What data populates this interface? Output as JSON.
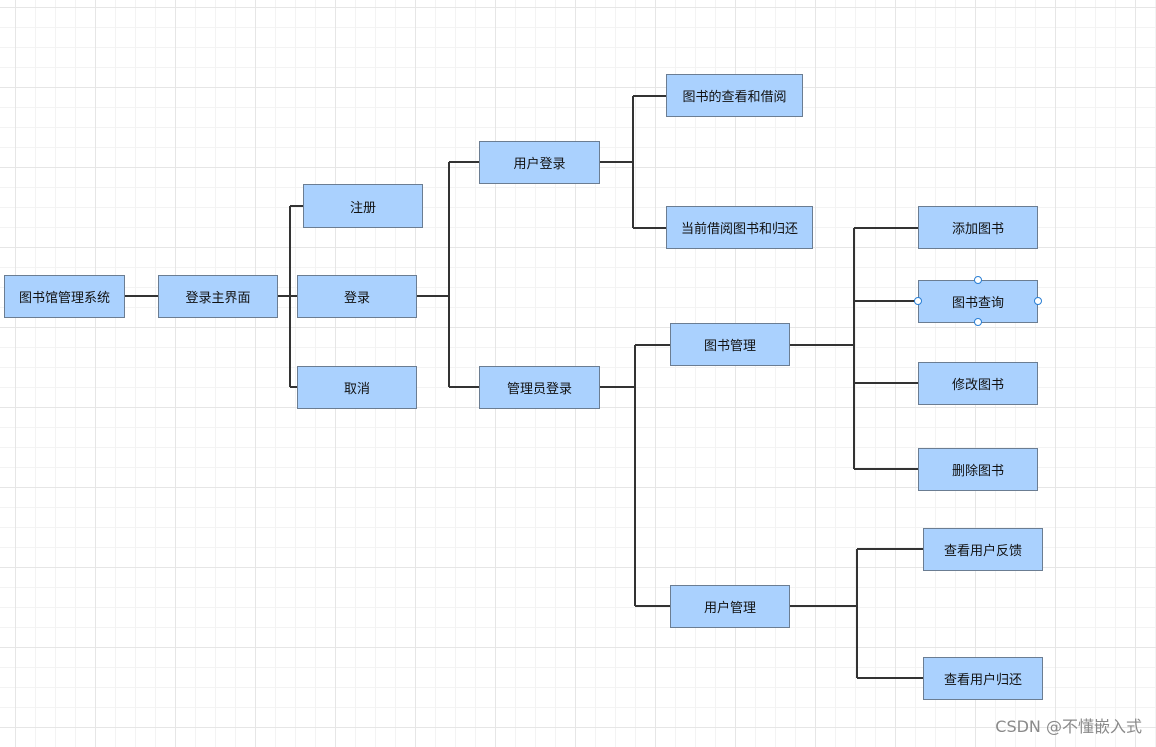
{
  "nodes": {
    "root": "图书馆管理系统",
    "main": "登录主界面",
    "register": "注册",
    "login": "登录",
    "cancel": "取消",
    "user_login": "用户登录",
    "admin_login": "管理员登录",
    "view_borrow": "图书的查看和借阅",
    "current_return": "当前借阅图书和归还",
    "book_mgmt": "图书管理",
    "user_mgmt": "用户管理",
    "add_book": "添加图书",
    "query_book": "图书查询",
    "edit_book": "修改图书",
    "delete_book": "删除图书",
    "view_feedback": "查看用户反馈",
    "view_returns": "查看用户归还"
  },
  "watermark": "CSDN @不懂嵌入式",
  "colors": {
    "node_fill": "#aad1fe",
    "node_border": "#6b7d92",
    "connector": "#333333",
    "handle": "#2a7fd4"
  }
}
